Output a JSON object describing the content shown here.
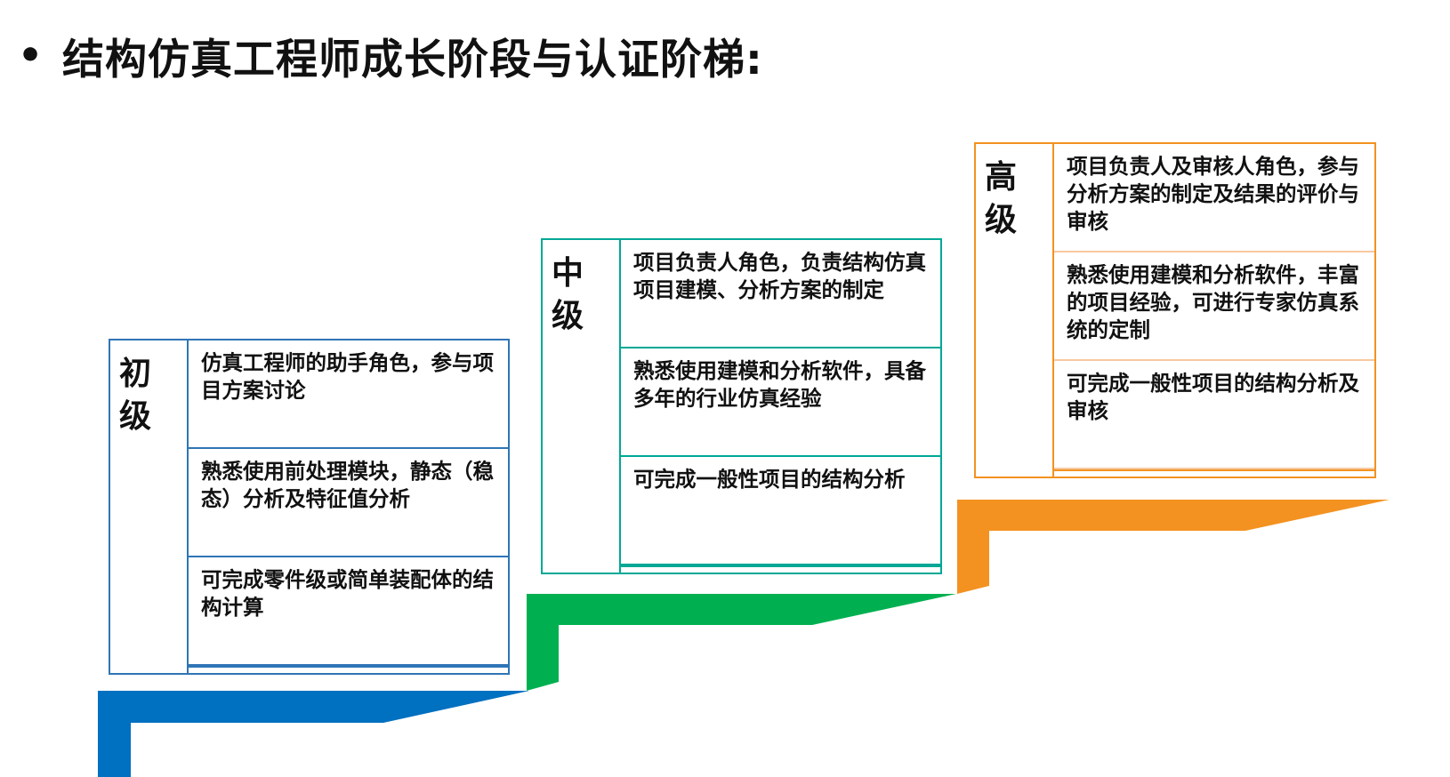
{
  "title": "结构仿真工程师成长阶段与认证阶梯:",
  "colors": {
    "blue": "#0070c0",
    "green": "#00b050",
    "orange": "#f39221",
    "blue_border": "#2e75b6",
    "teal_border": "#00a896",
    "orange_border": "#f39221"
  },
  "levels": [
    {
      "name_lines": [
        "初",
        "级"
      ],
      "rows": [
        "仿真工程师的助手角色，参与项目方案讨论",
        "熟悉使用前处理模块，静态（稳态）分析及特征值分析",
        "可完成零件级或简单装配体的结构计算"
      ]
    },
    {
      "name_lines": [
        "中",
        "级"
      ],
      "rows": [
        "项目负责人角色，负责结构仿真项目建模、分析方案的制定",
        "熟悉使用建模和分析软件，具备多年的行业仿真经验",
        "可完成一般性项目的结构分析"
      ]
    },
    {
      "name_lines": [
        "高",
        "级"
      ],
      "rows": [
        "项目负责人及审核人角色，参与分析方案的制定及结果的评价与审核",
        "熟悉使用建模和分析软件，丰富的项目经验，可进行专家仿真系统的定制",
        "可完成一般性项目的结构分析及审核"
      ]
    }
  ]
}
